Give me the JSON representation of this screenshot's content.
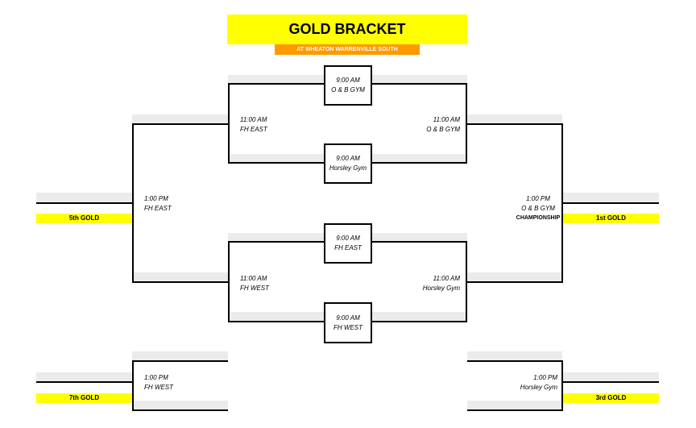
{
  "header": {
    "title": "GOLD BRACKET",
    "subtitle": "AT WHEATON WARRENVILLE SOUTH"
  },
  "colors": {
    "title_bg": "#ffff00",
    "subtitle_bg": "#ff9900",
    "place_bg": "#ffff00",
    "row_shade": "#ebebeb"
  },
  "games": {
    "g1": {
      "time": "9:00 AM",
      "loc": "O & B GYM"
    },
    "g2": {
      "time": "9:00 AM",
      "loc": "Horsley Gym"
    },
    "g3": {
      "time": "9:00 AM",
      "loc": "FH EAST"
    },
    "g4": {
      "time": "9:00 AM",
      "loc": "FH WEST"
    },
    "semi_left_top": {
      "time": "11:00 AM",
      "loc": "FH EAST"
    },
    "semi_right_top": {
      "time": "11:00 AM",
      "loc": "O & B GYM"
    },
    "semi_left_bottom": {
      "time": "11:00 AM",
      "loc": "FH WEST"
    },
    "semi_right_bottom": {
      "time": "11:00 AM",
      "loc": "Horsley Gym"
    },
    "fifth": {
      "time": "1:00 PM",
      "loc": "FH EAST"
    },
    "championship": {
      "time": "1:00 PM",
      "loc": "O & B GYM",
      "note": "CHAMPIONSHIP"
    },
    "seventh": {
      "time": "1:00 PM",
      "loc": "FH WEST"
    },
    "third": {
      "time": "1:00 PM",
      "loc": "Horsley Gym"
    }
  },
  "places": {
    "fifth": "5th GOLD",
    "first": "1st GOLD",
    "seventh": "7th GOLD",
    "third": "3rd GOLD"
  }
}
